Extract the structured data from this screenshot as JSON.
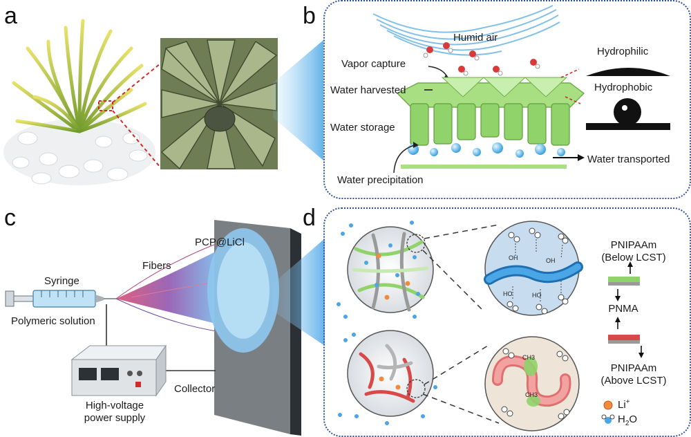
{
  "panels": {
    "a": "a",
    "b": "b",
    "c": "c",
    "d": "d"
  },
  "panel_b": {
    "humid_air": "Humid air",
    "vapor_capture": "Vapor capture",
    "water_harvested": "Water harvested",
    "water_storage": "Water storage",
    "water_precipitation": "Water precipitation",
    "water_transported": "Water transported",
    "hydrophilic": "Hydrophilic",
    "hydrophobic": "Hydrophobic"
  },
  "panel_c": {
    "syringe": "Syringe",
    "fibers": "Fibers",
    "pcp_licl": "PCP@LiCl",
    "polymeric_solution": "Polymeric solution",
    "collector": "Collector",
    "power_supply_line1": "High-voltage",
    "power_supply_line2": "power supply"
  },
  "panel_d": {
    "pnipaam_below_line1": "PNIPAAm",
    "pnipaam_below_line2": "(Below LCST)",
    "pnma": "PNMA",
    "pnipaam_above_line1": "PNIPAAm",
    "pnipaam_above_line2": "(Above LCST)",
    "legend_li": "Li",
    "legend_li_sup": "+",
    "legend_h2o_pre": "H",
    "legend_h2o_sub": "2",
    "legend_h2o_post": "O",
    "oh": "OH",
    "ho": "HO",
    "ch3": "CH3"
  },
  "colors": {
    "frame": "#2f4ea0",
    "fiber_green": "#8fd36a",
    "water_blue": "#5bb8e6",
    "fiber_red": "#d84a4a",
    "li_orange": "#f08a3c"
  }
}
